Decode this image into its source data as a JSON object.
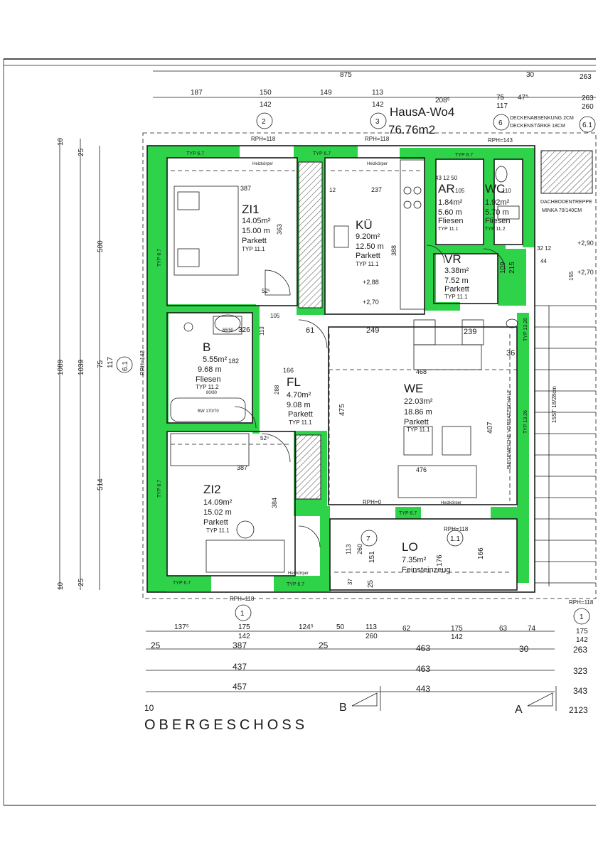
{
  "header": {
    "unit_title": "HausA-Wo4",
    "unit_area": "76.76m2",
    "ceiling_note_1": "DECKENABSENKUNG 2CM",
    "ceiling_note_2": "DECKENSTÄRKE 18CM",
    "attic_stair_1": "DACHBODENTREPPE",
    "attic_stair_2": "MINKA 70/140CM"
  },
  "floor_label": "OBERGESCHOSS",
  "rooms": [
    {
      "id": "zi1",
      "name": "ZI1",
      "area": "14.05m²",
      "perimeter": "15.00 m",
      "floor": "Parkett",
      "type": "TYP 11.1"
    },
    {
      "id": "kue",
      "name": "KÜ",
      "area": "9.20m²",
      "perimeter": "12.50 m",
      "floor": "Parkett",
      "type": "TYP 11.1"
    },
    {
      "id": "ar",
      "name": "AR",
      "area": "1.84m²",
      "perimeter": "5.60 m",
      "floor": "Fliesen",
      "type": "TYP 11.1"
    },
    {
      "id": "wc",
      "name": "WC",
      "area": "1.92m²",
      "perimeter": "5.70 m",
      "floor": "Fliesen",
      "type": "TYP 11.2"
    },
    {
      "id": "vr",
      "name": "VR",
      "area": "3.38m²",
      "perimeter": "7.52 m",
      "floor": "Parkett",
      "type": "TYP 11.1"
    },
    {
      "id": "b",
      "name": "B",
      "area": "5.55m²",
      "perimeter": "9.68 m",
      "floor": "Fliesen",
      "type": "TYP 11.2"
    },
    {
      "id": "fl",
      "name": "FL",
      "area": "4.70m²",
      "perimeter": "9.08 m",
      "floor": "Parkett",
      "type": "TYP 11.1"
    },
    {
      "id": "we",
      "name": "WE",
      "area": "22.03m²",
      "perimeter": "18.86 m",
      "floor": "Parkett",
      "type": "TYP 11.1"
    },
    {
      "id": "zi2",
      "name": "ZI2",
      "area": "14.09m²",
      "perimeter": "15.02 m",
      "floor": "Parkett",
      "type": "TYP 11.1"
    },
    {
      "id": "lo",
      "name": "LO",
      "area": "7.35m²",
      "floor": "Feinsteinzeug"
    }
  ],
  "axes": [
    "2",
    "3",
    "6",
    "6.1",
    "6.1",
    "1",
    "1",
    "1.1",
    "7"
  ],
  "rph": [
    "RPH=118",
    "RPH=118",
    "RPH=143",
    "RPH=143",
    "RPH=118",
    "RPH=118",
    "RPH=118",
    "RPH=0"
  ],
  "wall_types": [
    "TYP 6.7",
    "TYP 6.7",
    "TYP 6.7",
    "TYP 6.7",
    "TYP 6.7",
    "TYP 6.7",
    "TYP 6.7",
    "TYP 6.7",
    "TYP 13.26",
    "TYP 13.26"
  ],
  "top_dims_row1": [
    "187",
    "150",
    "149",
    "113",
    "208⁵",
    "75",
    "47⁵",
    "263"
  ],
  "top_dims_row2": [
    "142",
    "142",
    "117",
    "260"
  ],
  "top_overall": [
    "875",
    "30",
    "263"
  ],
  "bottom_dims_row1": [
    "137⁵",
    "175",
    "124⁵",
    "50",
    "113",
    "62",
    "175",
    "63",
    "74",
    "175"
  ],
  "bottom_dims_row1_sub": [
    "142",
    "260",
    "142",
    "142"
  ],
  "bottom_dims_row2": [
    "25",
    "387",
    "25",
    "463",
    "30",
    "263"
  ],
  "bottom_dims_row3": [
    "437",
    "463",
    "323"
  ],
  "bottom_dims_row4": [
    "457",
    "443",
    "343"
  ],
  "bottom_left_mark": "10",
  "total_width": "2123",
  "section_marks": [
    "B",
    "A"
  ],
  "left_dims": [
    "10",
    "25",
    "500",
    "1039",
    "1089",
    "75",
    "117",
    "514",
    "25",
    "10"
  ],
  "inner_dims": {
    "zi1_w": "387",
    "zi1_d": "363",
    "kue_w": "237",
    "kue_388": "388",
    "kue_249": "249",
    "kue_61": "61",
    "we_468": "468",
    "we_476": "476",
    "we_407": "407",
    "fl_166": "166",
    "fl_475": "475",
    "zi2_w": "387",
    "zi2_d": "384",
    "b_326": "326",
    "b_182": "182",
    "lo_176": "176",
    "lo_166": "166",
    "lo_151": "151",
    "lo_260": "260",
    "lo_113": "113",
    "vr_109": "109",
    "vr_215": "215",
    "239": "239",
    "36": "36",
    "44": "44",
    "32_12": "32 12",
    "155": "155",
    "12": "12",
    "52a": "52⁵",
    "52b": "52⁵",
    "105": "105",
    "113b": "113",
    "288": "288",
    "37": "37",
    "25": "25"
  },
  "fixtures": {
    "heizkoerper": "Heizkörper",
    "bw": "BW 170/70",
    "wt": "65/50",
    "shower": "80/80",
    "wall_note": "BIEGEWEICHE VORSATZSCHALE",
    "stair_note": "15ST 18/28cm",
    "level_1": "+2,88",
    "level_2": "+2,70",
    "level_3": "+2,90",
    "level_4": "+2,70",
    "wc_sizes": "43  12  50",
    "ar_dim": "105",
    "wc_dim": "110"
  },
  "colors": {
    "wall_green": "#2fd34a",
    "line": "#1a1a1a"
  }
}
